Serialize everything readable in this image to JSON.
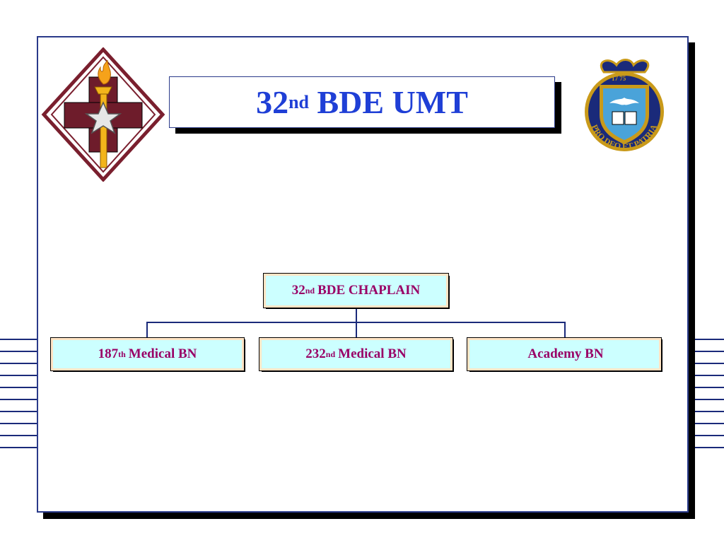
{
  "slide": {
    "title": {
      "main": "32",
      "sup": "nd",
      "rest": "BDE UMT"
    },
    "emblem_right_motto": "PRO DEO ET PATRIA"
  },
  "org_chart": {
    "root": {
      "main": "32",
      "sup": "nd",
      "rest": "BDE CHAPLAIN"
    },
    "children": [
      {
        "main": "187",
        "sup": "th",
        "rest": "Medical BN"
      },
      {
        "main": "232",
        "sup": "nd",
        "rest": "Medical BN"
      },
      {
        "main": "",
        "sup": "",
        "rest": "Academy BN"
      }
    ]
  },
  "colors": {
    "title": "#1f3fd6",
    "node_text": "#990066",
    "node_fill": "#ccffff",
    "node_inner_border": "#ffe4c4",
    "frame_border": "#2a3a8a",
    "stripe": "#1a2a7a"
  },
  "icons": {
    "left": "medical-command-cross-torch-star-icon",
    "right": "chaplain-corps-crest-icon"
  }
}
